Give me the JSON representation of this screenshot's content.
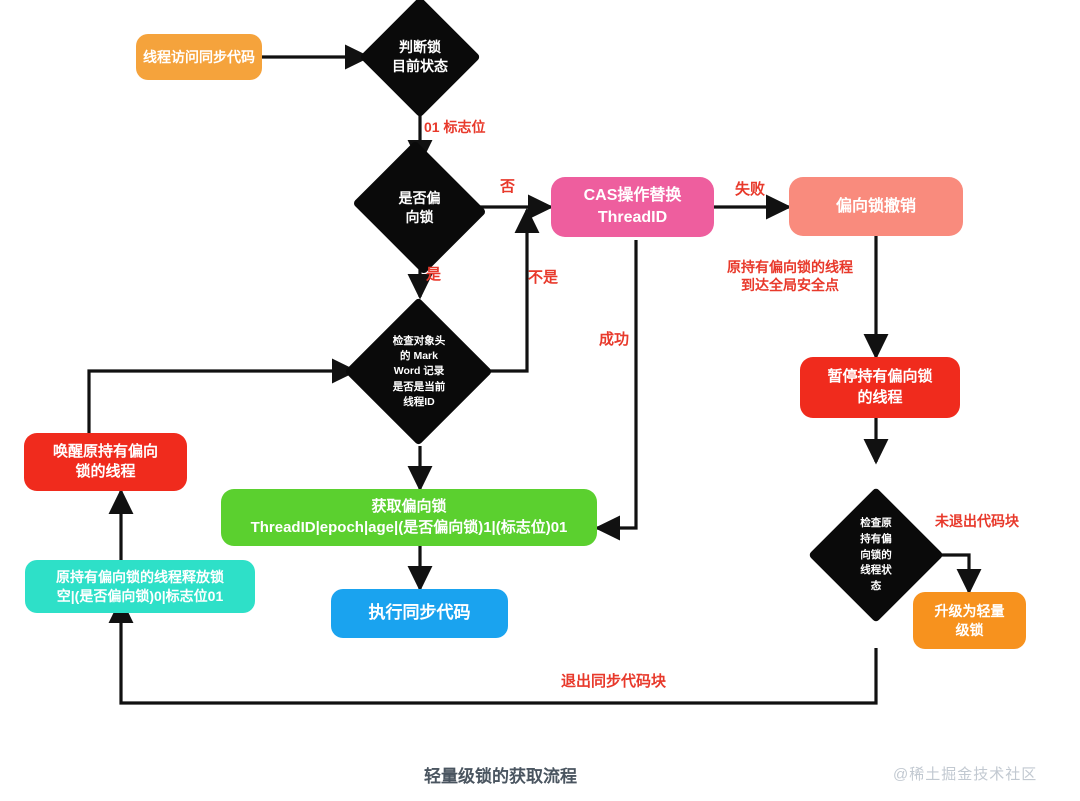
{
  "figure": {
    "caption": "轻量级锁的获取流程",
    "watermark": "@稀土掘金技术社区",
    "background": "#ffffff"
  },
  "colors": {
    "orange": "#f5a33c",
    "orange_bright": "#f7921e",
    "black": "#0a0a0a",
    "pink": "#ee5e9e",
    "salmon": "#f98b7d",
    "red": "#f02b1d",
    "green": "#5bd02f",
    "cyan": "#2ee0c8",
    "blue": "#1aa3ef",
    "edge_label": "#e8392b",
    "wire": "#111111",
    "caption": "#4a5560",
    "watermark": "#c2c9d1"
  },
  "nodes": [
    {
      "id": "thread-access",
      "label": "线程访问同步代码",
      "shape": "rounded",
      "color": "#f5a33c"
    },
    {
      "id": "judge-lock-state",
      "label": "判断锁\n目前状态",
      "shape": "diamond",
      "color": "#0a0a0a"
    },
    {
      "id": "is-biased-lock",
      "label": "是否偏\n向锁",
      "shape": "diamond",
      "color": "#0a0a0a"
    },
    {
      "id": "cas-replace",
      "label": "CAS操作替换\nThreadID",
      "shape": "rounded",
      "color": "#ee5e9e"
    },
    {
      "id": "revoke-bias",
      "label": "偏向锁撤销",
      "shape": "rounded",
      "color": "#f98b7d"
    },
    {
      "id": "check-mark-word",
      "label": "检查对象头\n的 Mark\nWord 记录\n是否是当前\n线程ID",
      "shape": "diamond",
      "color": "#0a0a0a"
    },
    {
      "id": "suspend-owner",
      "label": "暂停持有偏向锁\n的线程",
      "shape": "rounded",
      "color": "#f02b1d"
    },
    {
      "id": "wake-owner",
      "label": "唤醒原持有偏向\n锁的线程",
      "shape": "rounded",
      "color": "#f02b1d"
    },
    {
      "id": "acquire-biased",
      "label": "获取偏向锁\nThreadID|epoch|age|(是否偏向锁)1|(标志位)01",
      "shape": "rounded",
      "color": "#5bd02f"
    },
    {
      "id": "release-lock",
      "label": "原持有偏向锁的线程释放锁\n空|(是否偏向锁)0|标志位01",
      "shape": "rounded",
      "color": "#2ee0c8"
    },
    {
      "id": "exec-sync-code",
      "label": "执行同步代码",
      "shape": "rounded",
      "color": "#1aa3ef"
    },
    {
      "id": "check-owner-state",
      "label": "检查原\n持有偏\n向锁的\n线程状\n态",
      "shape": "diamond",
      "color": "#0a0a0a"
    },
    {
      "id": "upgrade-lightweight",
      "label": "升级为轻量\n级锁",
      "shape": "rounded",
      "color": "#f7921e"
    }
  ],
  "edge_labels": [
    {
      "id": "flag-01",
      "text": "01 标志位"
    },
    {
      "id": "no",
      "text": "否"
    },
    {
      "id": "yes",
      "text": "是"
    },
    {
      "id": "not-yes",
      "text": "不是"
    },
    {
      "id": "fail",
      "text": "失败"
    },
    {
      "id": "success",
      "text": "成功"
    },
    {
      "id": "owner-reach-safepoint",
      "text": "原持有偏向锁的线程\n到达全局安全点"
    },
    {
      "id": "not-exited-block",
      "text": "未退出代码块"
    },
    {
      "id": "exit-sync-block",
      "text": "退出同步代码块"
    }
  ]
}
